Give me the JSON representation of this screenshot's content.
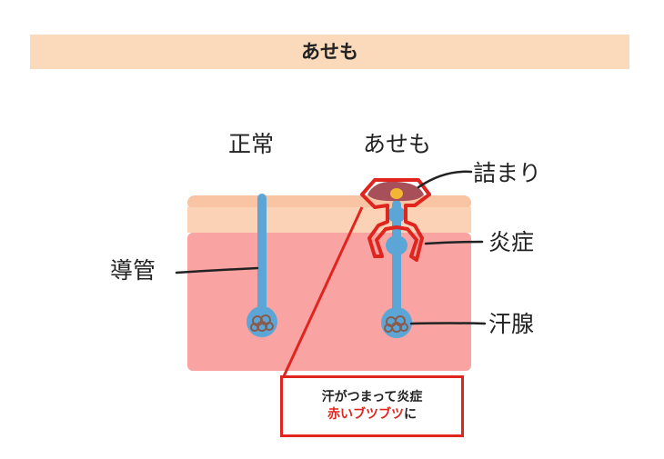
{
  "title": "あせも",
  "labels": {
    "normal": "正常",
    "heat_rash": "あせも",
    "clog": "詰まり",
    "inflammation": "炎症",
    "sweat_gland": "汗腺",
    "duct": "導管"
  },
  "callout": {
    "line1": "汗がつまって炎症",
    "line2_red": "赤いブツブツ",
    "line2_rest": "に"
  },
  "colors": {
    "title_bg": "#fbd9bb",
    "skin_top": "#f8c4a4",
    "skin_upper": "#fbd2b6",
    "skin_lower": "#f9a3a3",
    "duct": "#5ba6d6",
    "gland_coil": "#8a5a4a",
    "inflamed": "#e0251f",
    "clog": "#a8505a",
    "sweat_drop": "#f2b534"
  }
}
